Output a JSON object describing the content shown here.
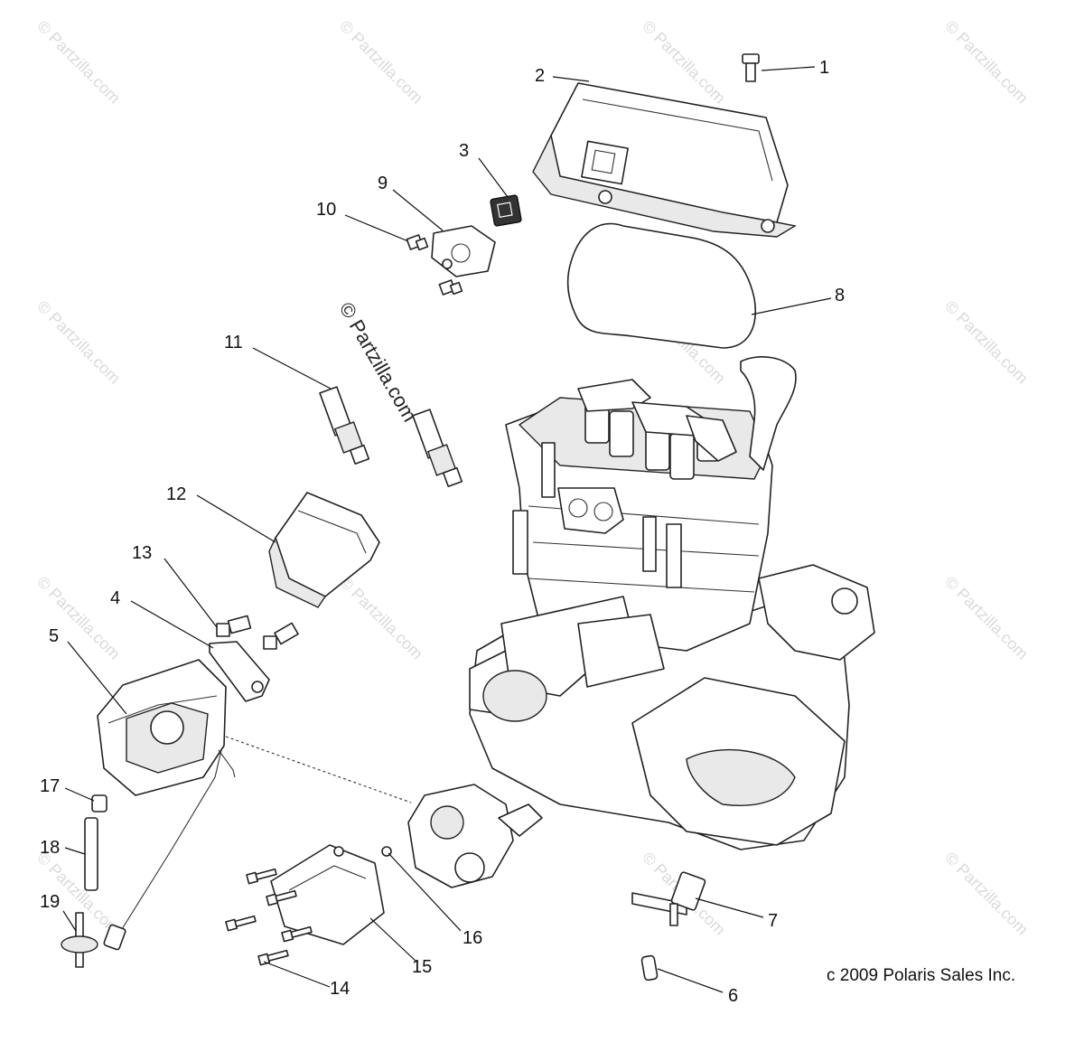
{
  "diagram": {
    "parts": [
      {
        "number": "1"
      },
      {
        "number": "2"
      },
      {
        "number": "3"
      },
      {
        "number": "4"
      },
      {
        "number": "5"
      },
      {
        "number": "6"
      },
      {
        "number": "7"
      },
      {
        "number": "8"
      },
      {
        "number": "9"
      },
      {
        "number": "10"
      },
      {
        "number": "11"
      },
      {
        "number": "12"
      },
      {
        "number": "13"
      },
      {
        "number": "14"
      },
      {
        "number": "15"
      },
      {
        "number": "16"
      },
      {
        "number": "17"
      },
      {
        "number": "18"
      },
      {
        "number": "19"
      }
    ],
    "watermark_text": "© Partzilla.com",
    "center_watermark": "© Partzilla.com",
    "copyright": "c 2009 Polaris Sales Inc."
  }
}
